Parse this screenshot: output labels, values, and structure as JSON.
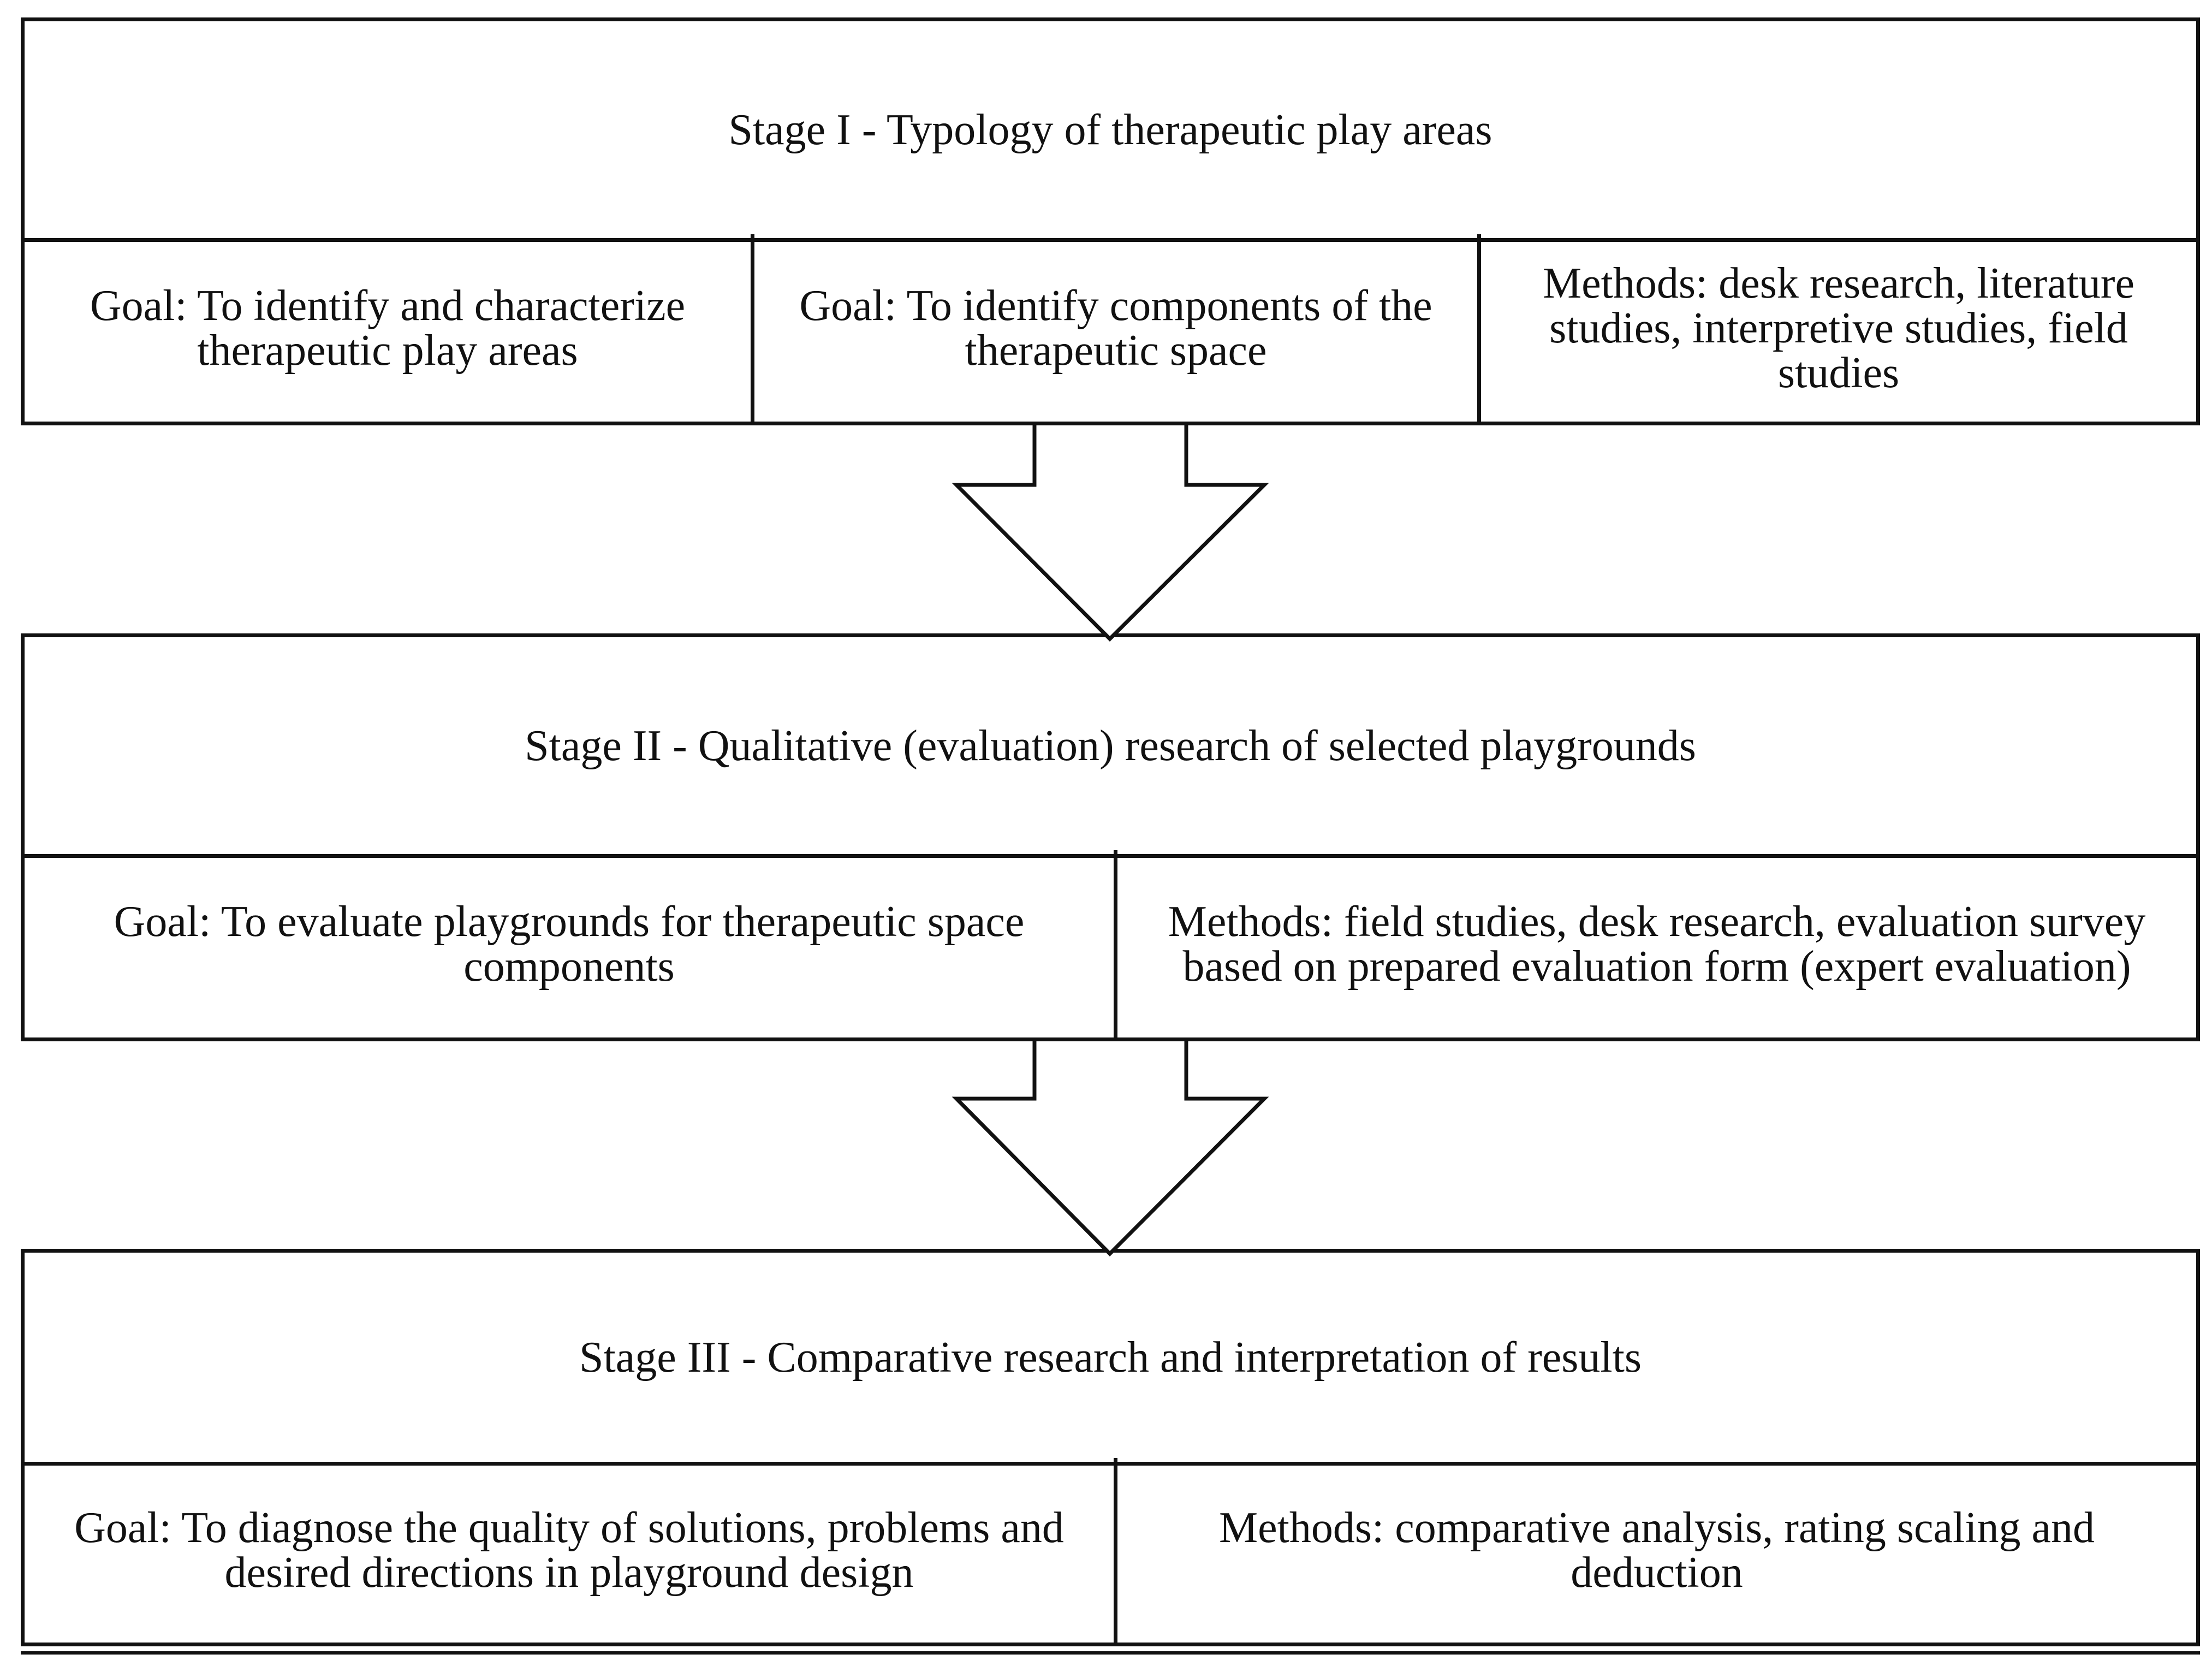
{
  "stages": [
    {
      "title": "Stage I - Typology of therapeutic play areas",
      "cells": [
        {
          "text": "Goal: To identify and characterize therapeutic play areas"
        },
        {
          "text": "Goal: To identify components of the therapeutic space"
        },
        {
          "text": "Methods: desk research, literature studies, interpretive studies, field studies"
        }
      ]
    },
    {
      "title": "Stage II - Qualitative (evaluation) research of selected playgrounds",
      "cells": [
        {
          "text": "Goal: To evaluate playgrounds for therapeutic space components"
        },
        {
          "text": "Methods: field studies, desk research, evaluation survey based on prepared evaluation form (expert evaluation)"
        }
      ]
    },
    {
      "title": "Stage III - Comparative research and interpretation of results",
      "cells": [
        {
          "text": "Goal: To diagnose the quality of solutions, problems and desired directions in playground design"
        },
        {
          "text": "Methods: comparative analysis, rating scaling and deduction"
        }
      ]
    }
  ],
  "arrows": [
    {
      "from": "stage-1",
      "to": "stage-2"
    },
    {
      "from": "stage-2",
      "to": "stage-3"
    }
  ],
  "colors": {
    "line": "#111111",
    "background": "#ffffff"
  }
}
